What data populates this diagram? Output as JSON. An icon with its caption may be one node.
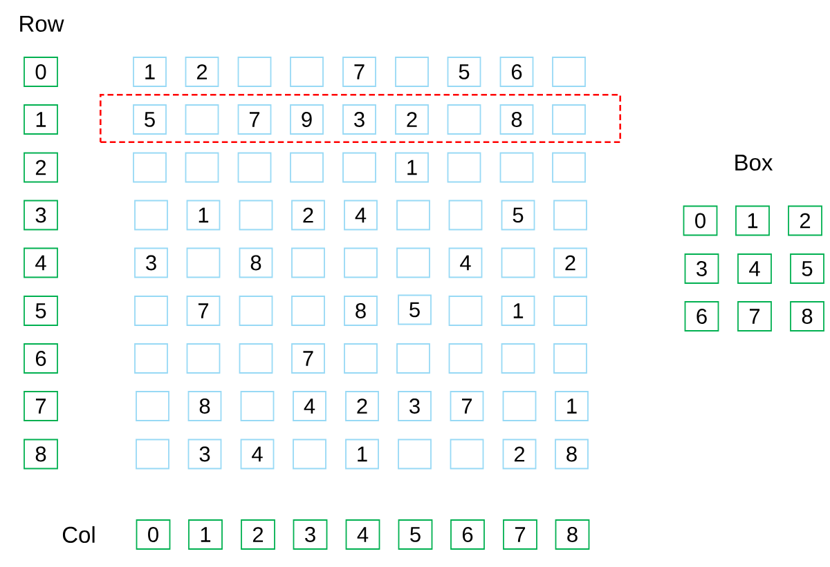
{
  "diagram": {
    "nodes": [
      {
        "text": [
          "0"
        ]
      },
      {
        "text": [
          "1"
        ]
      },
      {
        "text": [
          "2"
        ]
      },
      {
        "text": [],
        "shape": "box"
      },
      {
        "text": [],
        "shape": "box"
      },
      {
        "text": [
          "7"
        ]
      },
      {
        "text": [],
        "shape": "box"
      },
      {
        "text": [
          "5"
        ]
      },
      {
        "text": [
          "6"
        ]
      },
      {
        "text": [],
        "shape": "box"
      },
      {
        "text": [],
        "shape": "box"
      },
      {
        "text": [
          "1"
        ]
      },
      {
        "text": [
          "5"
        ],
        "in": 10
      },
      {
        "text": [],
        "shape": "box",
        "in": 10
      },
      {
        "text": [
          "7"
        ],
        "in": 10
      },
      {
        "text": [
          "9"
        ],
        "in": 10
      },
      {
        "text": [
          "3"
        ],
        "in": 10
      },
      {
        "text": [
          "2"
        ],
        "in": 10
      },
      {
        "text": [],
        "shape": "box",
        "in": 10
      },
      {
        "text": [
          "8"
        ],
        "in": 10
      },
      {
        "text": [],
        "shape": "box",
        "in": 10
      },
      {
        "text": [
          "2"
        ]
      },
      {
        "text": [],
        "shape": "box"
      },
      {
        "text": [],
        "shape": "box"
      },
      {
        "text": [],
        "shape": "box"
      },
      {
        "text": [],
        "shape": "box"
      },
      {
        "text": [],
        "shape": "box"
      },
      {
        "text": [
          "1"
        ]
      },
      {
        "text": [],
        "shape": "box"
      },
      {
        "text": [],
        "shape": "box"
      },
      {
        "text": [],
        "shape": "box"
      },
      {
        "text": [
          "3"
        ]
      },
      {
        "text": [],
        "shape": "box"
      },
      {
        "text": [
          "1"
        ]
      },
      {
        "text": [],
        "shape": "box"
      },
      {
        "text": [
          "2"
        ]
      },
      {
        "text": [
          "4"
        ]
      },
      {
        "text": [],
        "shape": "box"
      },
      {
        "text": [],
        "shape": "box"
      },
      {
        "text": [
          "5"
        ]
      },
      {
        "text": [],
        "shape": "box"
      },
      {
        "text": [
          "4"
        ]
      },
      {
        "text": [
          "3"
        ]
      },
      {
        "text": [],
        "shape": "box"
      },
      {
        "text": [
          "8"
        ]
      },
      {
        "text": [],
        "shape": "box"
      },
      {
        "text": [],
        "shape": "box"
      },
      {
        "text": [],
        "shape": "box"
      },
      {
        "text": [
          "4"
        ]
      },
      {
        "text": [],
        "shape": "box"
      },
      {
        "text": [
          "2"
        ]
      },
      {
        "text": [
          "5"
        ]
      },
      {
        "text": [],
        "shape": "box"
      },
      {
        "text": [
          "7"
        ]
      },
      {
        "text": [],
        "shape": "box"
      },
      {
        "text": [],
        "shape": "box"
      },
      {
        "text": [
          "8"
        ]
      },
      {
        "text": [
          "5"
        ]
      },
      {
        "text": [],
        "shape": "box"
      },
      {
        "text": [
          "1"
        ]
      },
      {
        "text": [],
        "shape": "box"
      },
      {
        "text": [
          "6"
        ]
      },
      {
        "text": [],
        "shape": "box"
      },
      {
        "text": [],
        "shape": "box"
      },
      {
        "text": [],
        "shape": "box"
      },
      {
        "text": [
          "7"
        ]
      },
      {
        "text": [],
        "shape": "box"
      },
      {
        "text": [],
        "shape": "box"
      },
      {
        "text": [],
        "shape": "box"
      },
      {
        "text": [],
        "shape": "box"
      },
      {
        "text": [],
        "shape": "box"
      },
      {
        "text": [
          "7"
        ]
      },
      {
        "text": [],
        "shape": "box"
      },
      {
        "text": [
          "8"
        ]
      },
      {
        "text": [],
        "shape": "box"
      },
      {
        "text": [
          "4"
        ]
      },
      {
        "text": [
          "2"
        ]
      },
      {
        "text": [
          "3"
        ]
      },
      {
        "text": [
          "7"
        ]
      },
      {
        "text": [],
        "shape": "box"
      },
      {
        "text": [
          "1"
        ]
      },
      {
        "text": [
          "8"
        ]
      },
      {
        "text": [],
        "shape": "box"
      },
      {
        "text": [
          "3"
        ]
      },
      {
        "text": [
          "4"
        ]
      },
      {
        "text": [],
        "shape": "box"
      },
      {
        "text": [
          "1"
        ]
      },
      {
        "text": [],
        "shape": "box"
      },
      {
        "text": [],
        "shape": "box"
      },
      {
        "text": [
          "2"
        ]
      },
      {
        "text": [
          "8"
        ]
      },
      {
        "text": [
          "0"
        ]
      },
      {
        "text": [
          "1"
        ]
      },
      {
        "text": [
          "2"
        ]
      },
      {
        "text": [
          "3"
        ]
      },
      {
        "text": [
          "4"
        ]
      },
      {
        "text": [
          "5"
        ]
      },
      {
        "text": [
          "6"
        ]
      },
      {
        "text": [
          "7"
        ]
      },
      {
        "text": [
          "8"
        ]
      },
      {
        "text": [
          "0"
        ]
      },
      {
        "text": [
          "1"
        ]
      },
      {
        "text": [
          "2"
        ]
      },
      {
        "text": [
          "3"
        ]
      },
      {
        "text": [
          "4"
        ]
      },
      {
        "text": [
          "5"
        ]
      },
      {
        "text": [
          "6"
        ]
      },
      {
        "text": [
          "7"
        ]
      },
      {
        "text": [
          "8"
        ]
      }
    ],
    "labels": [
      "Row",
      "Box",
      "Col"
    ]
  }
}
